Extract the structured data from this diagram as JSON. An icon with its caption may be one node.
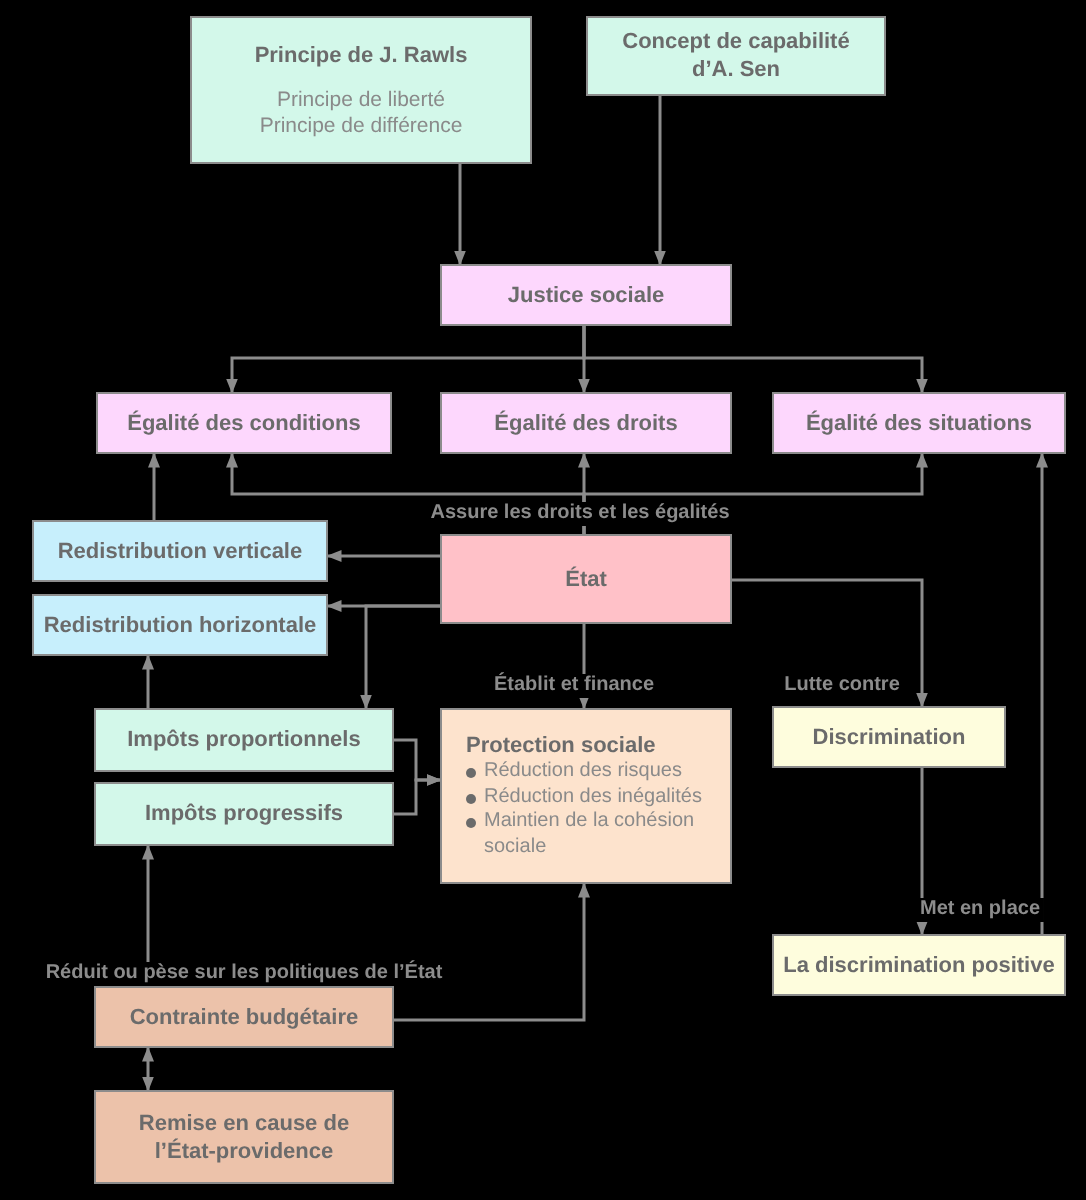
{
  "diagram": {
    "nodes": [
      {
        "text": [
          "Principe de J. Rawls",
          "Principe de liberté Principe de différence"
        ]
      },
      {
        "text": [
          "Concept de capabilité d’A. Sen"
        ]
      },
      {
        "text": [
          "Justice sociale"
        ]
      },
      {
        "text": [
          "Égalité des conditions"
        ]
      },
      {
        "text": [
          "Égalité des droits"
        ]
      },
      {
        "text": [
          "Égalité des situations"
        ]
      },
      {
        "text": [
          "Redistribution verticale"
        ]
      },
      {
        "text": [
          "Redistribution horizontale"
        ]
      },
      {
        "text": [
          "État"
        ]
      },
      {
        "text": [
          "Impôts proportionnels"
        ]
      },
      {
        "text": [
          "Impôts progressifs"
        ]
      },
      {
        "text": [
          "Protection sociale",
          "Réduction des risques",
          "Réduction des inégalités",
          "Maintien de la cohésion sociale"
        ]
      },
      {
        "text": [
          "Discrimination"
        ]
      },
      {
        "text": [
          "La discrimination positive"
        ]
      },
      {
        "text": [
          "Contrainte budgétaire"
        ]
      },
      {
        "text": [
          "Remise en cause de l’État-providence"
        ]
      }
    ],
    "edges": [
      {
        "from": 0,
        "to": 2,
        "arrow": "to"
      },
      {
        "from": 1,
        "to": 2,
        "arrow": "to"
      },
      {
        "from": 2,
        "to": 3,
        "arrow": "to"
      },
      {
        "from": 2,
        "to": 4,
        "arrow": "to"
      },
      {
        "from": 2,
        "to": 5,
        "arrow": "to"
      },
      {
        "from": 8,
        "to": 4,
        "arrow": "to",
        "label": "Assure les droits et les égalités"
      },
      {
        "from": 8,
        "to": 3,
        "arrow": "to"
      },
      {
        "from": 8,
        "to": 5,
        "arrow": "to"
      },
      {
        "from": 8,
        "to": 6,
        "arrow": "to"
      },
      {
        "from": 8,
        "to": 7,
        "arrow": "to"
      },
      {
        "from": 8,
        "to": 9,
        "arrow": "to"
      },
      {
        "from": 9,
        "to": 7,
        "arrow": "to"
      },
      {
        "from": 6,
        "to": 3,
        "arrow": "to"
      },
      {
        "from": 9,
        "to": 11,
        "arrow": "to"
      },
      {
        "from": 10,
        "to": 11,
        "arrow": "to"
      },
      {
        "from": 8,
        "to": 11,
        "arrow": "to",
        "label": "Établit et finance"
      },
      {
        "from": 8,
        "to": 12,
        "arrow": "to",
        "label": "Lutte contre"
      },
      {
        "from": 12,
        "to": 13,
        "arrow": "to",
        "label": "Met en place"
      },
      {
        "from": 13,
        "to": 5,
        "arrow": "to"
      },
      {
        "from": 14,
        "to": 10,
        "arrow": "to",
        "label": "Réduit ou pèse sur les politiques de l’État"
      },
      {
        "from": 14,
        "to": 11,
        "arrow": "to"
      },
      {
        "from": 15,
        "to": 14,
        "arrow": "both"
      }
    ]
  }
}
